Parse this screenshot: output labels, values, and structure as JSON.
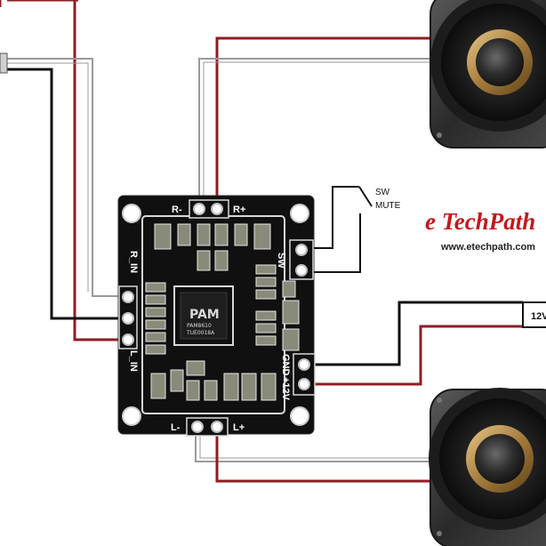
{
  "board": {
    "label_r_minus": "R-",
    "label_r_plus": "R+",
    "label_l_minus": "L-",
    "label_l_plus": "L+",
    "label_r_in": "R_IN",
    "label_l_in": "L_IN",
    "label_sw": "SW",
    "label_gnd": "GND",
    "label_12v": "+12V",
    "chip_logo": "PAM",
    "chip_line1": "PAM8610",
    "chip_line2": "TUE0018A"
  },
  "mute_switch": {
    "label_line1": "SW",
    "label_line2": "MUTE"
  },
  "power": {
    "label": "12V"
  },
  "branding": {
    "logo_text": "e TechPath",
    "url": "www.etechpath.com"
  },
  "colors": {
    "wire_red": "#8e1d22",
    "wire_black": "#111111",
    "wire_gray": "#9a9a9a",
    "board": "#101010",
    "brand_red": "#c4171c"
  }
}
